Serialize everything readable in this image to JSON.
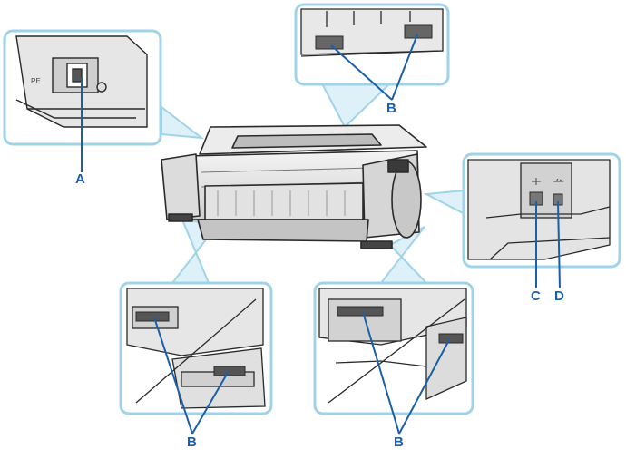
{
  "colors": {
    "frame": "#9fd3e8",
    "callout": "#1a5fa8",
    "outline": "#2a2a2a",
    "shade": "#d8d8d8",
    "dark": "#555555"
  },
  "labels": {
    "a": "A",
    "b_top": "B",
    "b_left": "B",
    "b_right": "B",
    "c": "C",
    "d": "D"
  },
  "icons": {
    "lan_port": "lan-port-icon",
    "usb_port": "usb-port-icon",
    "power_socket": "power-socket-icon"
  }
}
